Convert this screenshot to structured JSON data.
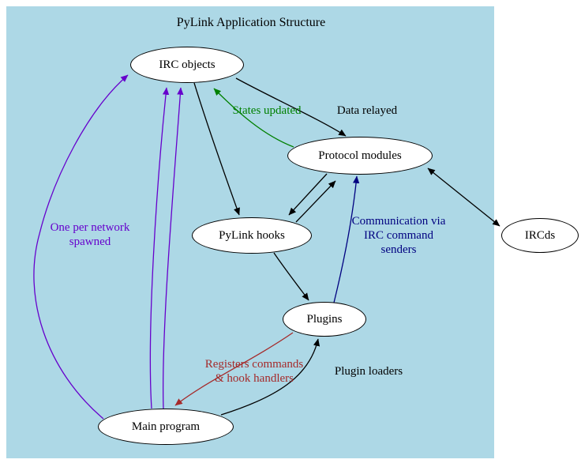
{
  "title": "PyLink Application Structure",
  "colors": {
    "background": "#add8e6",
    "node_fill": "#ffffff",
    "node_stroke": "#000000",
    "edge_black": "#000000",
    "edge_green": "#008000",
    "edge_navy": "#000080",
    "edge_purple": "#6600cc",
    "edge_darkred": "#a52a2a"
  },
  "nodes": {
    "irc_objects": {
      "label": "IRC objects"
    },
    "protocol_modules": {
      "label": "Protocol modules"
    },
    "pylink_hooks": {
      "label": "PyLink hooks"
    },
    "plugins": {
      "label": "Plugins"
    },
    "main_program": {
      "label": "Main program"
    },
    "ircds": {
      "label": "IRCds"
    }
  },
  "edge_labels": {
    "states_updated": "States updated",
    "data_relayed": "Data relayed",
    "one_per_network": "One per network\nspawned",
    "communication": "Communication via\nIRC command\nsenders",
    "registers": "Registers commands\n& hook handlers",
    "plugin_loaders": "Plugin loaders"
  }
}
